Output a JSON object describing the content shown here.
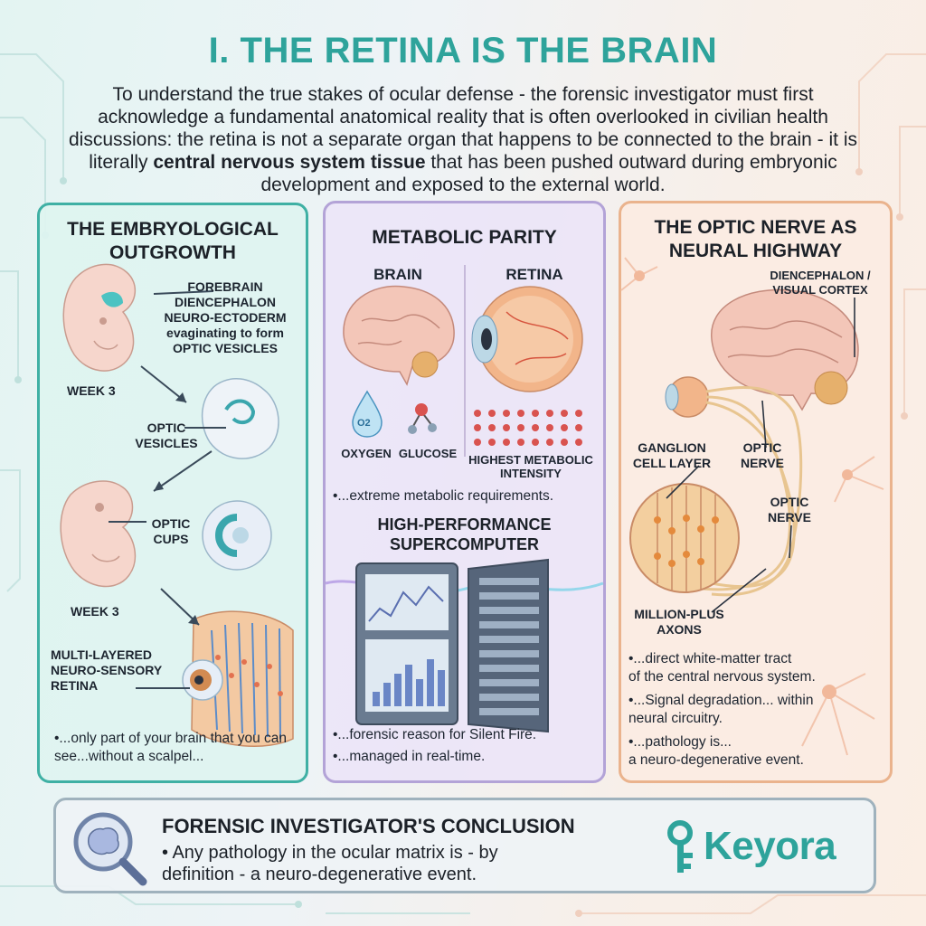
{
  "title": "I. THE RETINA IS THE BRAIN",
  "intro": {
    "before": "To understand the true stakes of ocular defense - the forensic investigator must first acknowledge a fundamental anatomical reality that is often overlooked in civilian health discussions: the retina is not a separate organ that happens to be connected to the brain - it is literally ",
    "bold": "central nervous system tissue",
    "after": " that has been pushed outward during embryonic development and exposed to the external world."
  },
  "panel1": {
    "title": "THE EMBRYOLOGICAL OUTGROWTH",
    "forebrain": "FOREBRAIN\nDIENCEPHALON\nNEURO-ECTODERM\nevaginating to form\nOPTIC VESICLES",
    "week_a": "WEEK 3",
    "optic_vesicles": "OPTIC\nVESICLES",
    "optic_cups": "OPTIC\nCUPS",
    "week_b": "WEEK 3",
    "retina": "MULTI-LAYERED\nNEURO-SENSORY\nRETINA",
    "note": "•...only part of your brain that you can see...without a scalpel..."
  },
  "panel2": {
    "title": "METABOLIC PARITY",
    "brain": "BRAIN",
    "retina": "RETINA",
    "oxygen": "OXYGEN",
    "o2": "O2",
    "glucose": "GLUCOSE",
    "intensity": "HIGHEST METABOLIC\nINTENSITY",
    "note_metabolic": "•...extreme metabolic requirements.",
    "super_title": "HIGH-PERFORMANCE\nSUPERCOMPUTER",
    "note_fire": "•...forensic reason for Silent Fire.",
    "note_realtime": "•...managed in real-time."
  },
  "panel3": {
    "title": "THE OPTIC NERVE AS NEURAL HIGHWAY",
    "diencephalon": "DIENCEPHALON /\nVISUAL CORTEX",
    "ganglion": "GANGLION\nCELL LAYER",
    "optic_nerve_a": "OPTIC\nNERVE",
    "optic_nerve_b": "OPTIC\nNERVE",
    "axons": "MILLION-PLUS\nAXONS",
    "note_tract": "•...direct white-matter tract\n  of the central nervous system.",
    "note_signal": "•...Signal degradation... within\n  neural circuitry.",
    "note_pathology": "•...pathology is...\n  a neuro-degenerative event."
  },
  "conclusion": {
    "title": "FORENSIC INVESTIGATOR'S CONCLUSION",
    "body": "• Any pathology in the ocular matrix is - by\n   definition - a neuro-degenerative event."
  },
  "logo": {
    "text": "Keyora"
  },
  "colors": {
    "teal": "#2ea39b",
    "lavender": "#b3a3d7",
    "peach": "#eab38d",
    "slate": "#9fb2bd"
  }
}
